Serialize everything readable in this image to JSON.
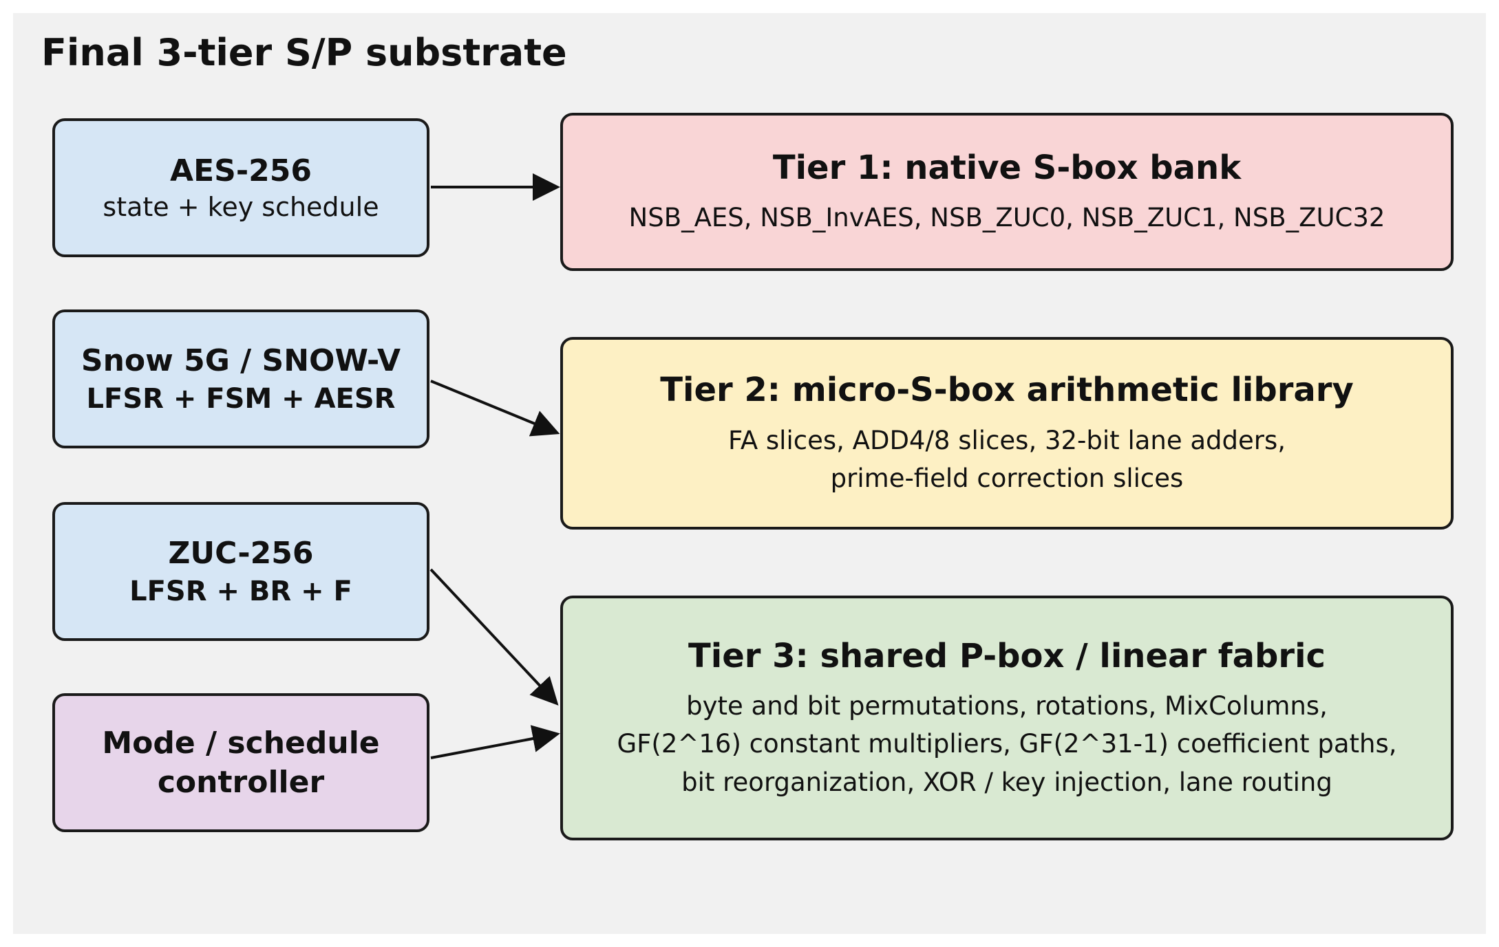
{
  "title": "Final 3-tier S/P substrate",
  "colors": {
    "background": "#f1f1f1",
    "source_fill": "#d6e6f5",
    "controller_fill": "#e7d5ea",
    "tier1_fill": "#f9d5d6",
    "tier2_fill": "#fdf0c4",
    "tier3_fill": "#d9e9d2",
    "border": "#1a1a1a"
  },
  "sources": [
    {
      "title": "AES-256",
      "subtitle": "state + key schedule"
    },
    {
      "title": "Snow 5G / SNOW-V",
      "subtitle": "LFSR + FSM + AESR"
    },
    {
      "title": "ZUC-256",
      "subtitle": "LFSR + BR + F"
    },
    {
      "title": "Mode / schedule",
      "subtitle": "controller"
    }
  ],
  "tiers": [
    {
      "title": "Tier 1: native S-box bank",
      "lines": [
        "NSB_AES, NSB_InvAES, NSB_ZUC0, NSB_ZUC1, NSB_ZUC32"
      ]
    },
    {
      "title": "Tier 2: micro-S-box arithmetic library",
      "lines": [
        "FA slices, ADD4/8 slices, 32-bit lane adders,",
        "prime-field correction slices"
      ]
    },
    {
      "title": "Tier 3: shared P-box / linear fabric",
      "lines": [
        "byte and bit permutations, rotations, MixColumns,",
        "GF(2^16) constant multipliers, GF(2^31-1) coefficient paths,",
        "bit reorganization, XOR / key injection, lane routing"
      ]
    }
  ],
  "connections": [
    {
      "from": "AES-256",
      "to": "Tier 1: native S-box bank"
    },
    {
      "from": "Snow 5G / SNOW-V",
      "to": "Tier 2: micro-S-box arithmetic library"
    },
    {
      "from": "ZUC-256",
      "to": "Tier 3: shared P-box / linear fabric"
    },
    {
      "from": "Mode / schedule",
      "to": "Tier 3: shared P-box / linear fabric"
    }
  ]
}
